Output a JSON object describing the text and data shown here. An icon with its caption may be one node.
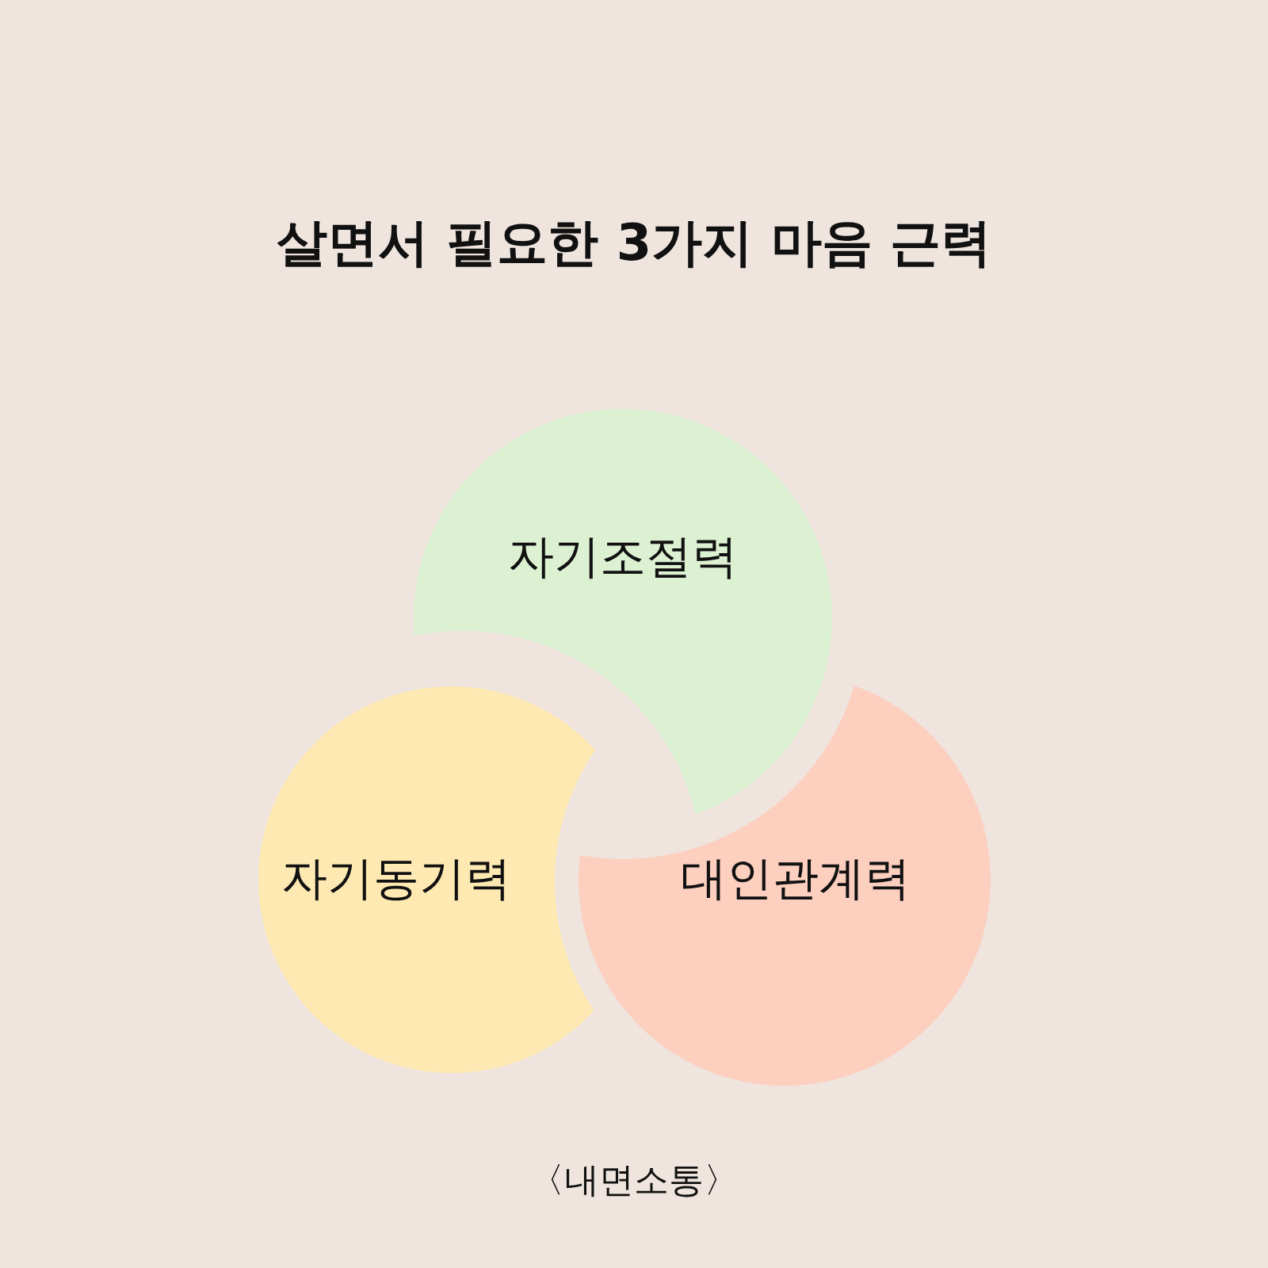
{
  "diagram": {
    "title": "살면서 필요한 3가지 마음 근력",
    "nodes": [
      {
        "text": [
          "자기조절력"
        ]
      },
      {
        "text": [
          "자기동기력"
        ]
      },
      {
        "text": [
          "대인관계력"
        ]
      }
    ],
    "labels": [
      "〈내면소통〉"
    ]
  }
}
